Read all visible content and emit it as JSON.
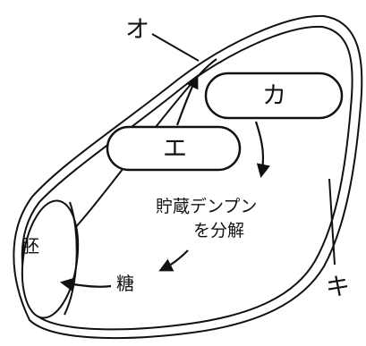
{
  "labels": {
    "o": "オ",
    "ka": "カ",
    "e": "エ",
    "ki": "キ",
    "embryo": "胚",
    "sugar": "糖",
    "starch_line1": "貯蔵デンプン",
    "starch_line2": "を分解"
  },
  "colors": {
    "stroke": "#111111",
    "background": "#ffffff"
  }
}
